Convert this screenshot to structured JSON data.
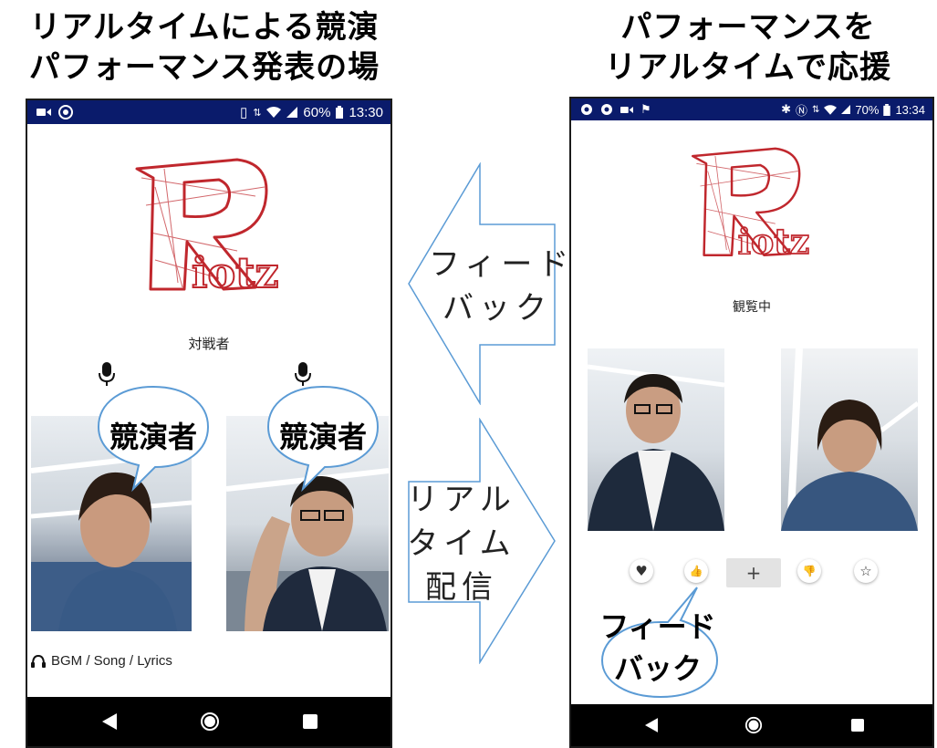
{
  "headings": {
    "left_line1": "リアルタイムによる競演",
    "left_line2": "パフォーマンス発表の場",
    "right_line1": "パフォーマンスを",
    "right_line2": "リアルタイムで応援"
  },
  "left_phone": {
    "status": {
      "battery": "60%",
      "time": "13:30"
    },
    "logo_text": "Riotz",
    "opponent_label": "対戦者",
    "performer_bubble_1": "競演者",
    "performer_bubble_2": "競演者",
    "music_label": "BGM / Song / Lyrics"
  },
  "right_phone": {
    "status": {
      "battery": "70%",
      "time": "13:34"
    },
    "logo_text": "Riotz",
    "watching_label": "観覧中",
    "feedback_buttons": [
      {
        "icon": "heart-icon",
        "glyph": "♥"
      },
      {
        "icon": "thumbs-up-icon",
        "glyph": "👍"
      },
      {
        "icon": "plus-icon",
        "glyph": "+"
      },
      {
        "icon": "thumbs-down-icon",
        "glyph": "👎"
      },
      {
        "icon": "star-icon",
        "glyph": "☆"
      }
    ],
    "feedback_bubble_line1": "フィード",
    "feedback_bubble_line2": "バック"
  },
  "arrows": {
    "feedback_line1": "フィード",
    "feedback_line2": "バック",
    "stream_line1": "リアル",
    "stream_line2": "タイム",
    "stream_line3": "配信"
  },
  "colors": {
    "status_bar": "#0a1b6b",
    "arrow_stroke": "#5b9bd5",
    "bubble_stroke": "#5b9bd5",
    "logo_red": "#c0272d"
  }
}
